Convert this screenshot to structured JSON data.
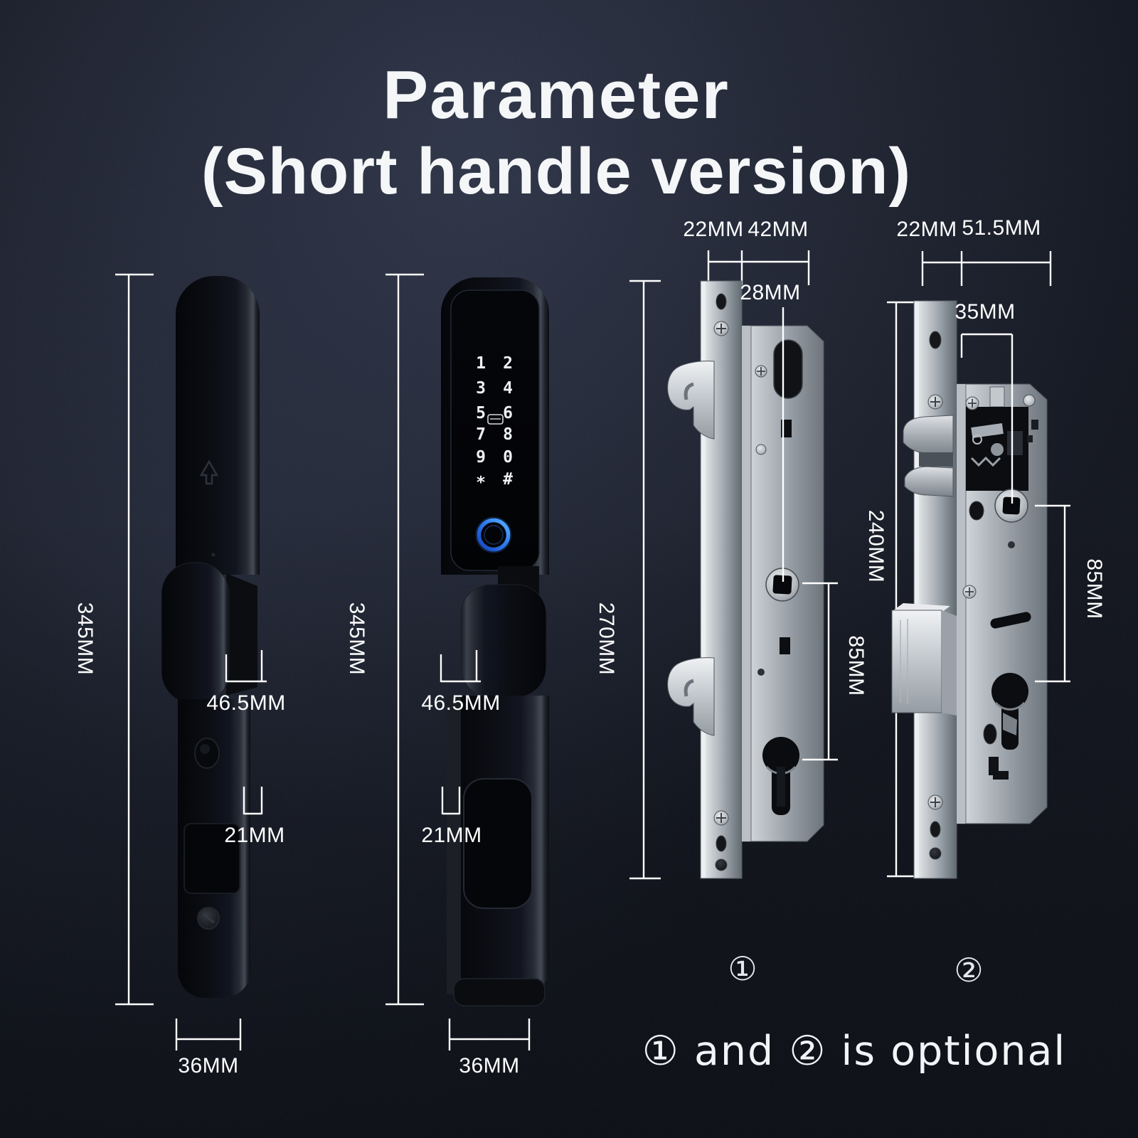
{
  "page": {
    "title_line1": "Parameter",
    "title_line2": "(Short handle version)",
    "footer_note": "① and ② is optional"
  },
  "colors": {
    "background": "#11141d",
    "dimension_lines": "#ffffff",
    "accent_blue": "#3b82f6",
    "steel": "#aab1b7",
    "text": "#f4f6f8"
  },
  "handle_back": {
    "label": "smart-lock-handle-back-view",
    "height": "345MM",
    "handle_depth": "46.5MM",
    "body_thickness": "21MM",
    "body_width": "36MM"
  },
  "handle_front": {
    "label": "smart-lock-handle-front-view",
    "height": "345MM",
    "handle_depth": "46.5MM",
    "body_thickness": "21MM",
    "body_width": "36MM",
    "keypad_keys": [
      "1",
      "2",
      "3",
      "4",
      "5",
      "6",
      "7",
      "8",
      "9",
      "0",
      "*",
      "#"
    ]
  },
  "mortise_1": {
    "tag": "①",
    "faceplate_width": "22MM",
    "body_depth": "42MM",
    "backset": "28MM",
    "faceplate_height": "270MM",
    "cylinder_spacing": "85MM"
  },
  "mortise_2": {
    "tag": "②",
    "faceplate_width": "22MM",
    "body_depth": "51.5MM",
    "backset": "35MM",
    "faceplate_height": "240MM",
    "cylinder_spacing": "85MM"
  }
}
